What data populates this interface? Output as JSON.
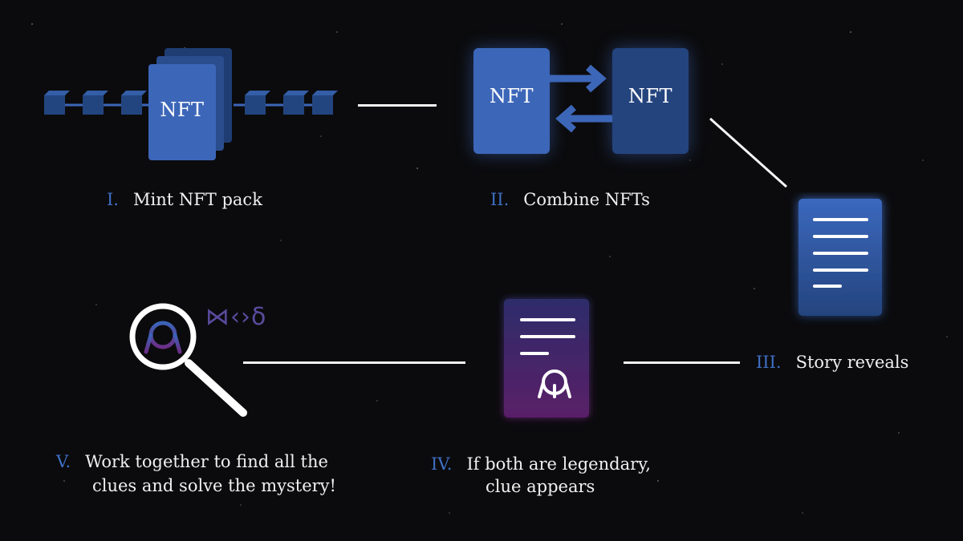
{
  "steps": [
    {
      "numeral": "I.",
      "text": "Mint NFT pack"
    },
    {
      "numeral": "II.",
      "text": "Combine NFTs"
    },
    {
      "numeral": "III.",
      "text": "Story reveals"
    },
    {
      "numeral": "IV.",
      "text_line1": "If both are legendary,",
      "text_line2": "clue appears"
    },
    {
      "numeral": "V.",
      "text_line1": "Work together to find all the",
      "text_line2": "clues and solve the mystery!"
    }
  ],
  "labels": {
    "nft_pack": "NFT",
    "nft_left": "NFT",
    "nft_right": "NFT"
  },
  "glyphs": "⋈‹›ẟ",
  "colors": {
    "background": "#0b0b0d",
    "accent_blue": "#3f6fc4",
    "card_blue": "#3c66b8",
    "card_dark_blue": "#24447e",
    "purple": "#4a2569"
  }
}
